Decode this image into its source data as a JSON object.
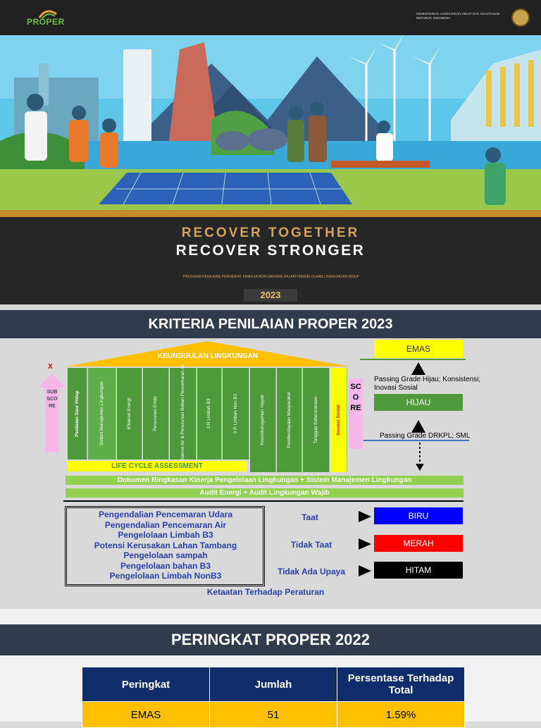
{
  "cover": {
    "logo_text": "PROPER",
    "ministry_text": "KEMENTERIAN LINGKUNGAN HIDUP DAN KEHUTANAN REPUBLIK INDONESIA",
    "title_line1": "RECOVER TOGETHER",
    "title_line2": "RECOVER STRONGER",
    "program_text": "PROGRAM PENILAIAN PERINGKAT KINERJA PERUSAHAAN DALAM PENGELOLAAN LINGKUNGAN HIDUP",
    "year": "2023"
  },
  "kriteria": {
    "title": "KRITERIA PENILAIAN PROPER 2023",
    "roof_label": "KEUNGGULAN LINGKUNGAN",
    "x_mark": "X",
    "sub_score_label": "SUB SCORE",
    "score_label": "SCORE",
    "columns": [
      "Penilaian Daur Hidup",
      "Sistem Manajemen Lingkungan",
      "Efisiensi Energi",
      "Penurunan Emisi",
      "Efisiensi Air & Penurunan Beban Pencemaran Air",
      "3 R Limbah B3",
      "3 R Limbah Non B3",
      "Keanekaragaman Hayati",
      "Pemberdayaan Masyarakat",
      "Tanggap Kebencanaan",
      "Inovasi Sosial"
    ],
    "lca_label": "LIFE CYCLE ASSESSMENT",
    "base_line1": "Dokumen Ringkasan Kinerja Pengelolaan Lingkungan + Sistem Manajemen Lingkungan",
    "base_line2": "Audit Energi + Audit Lingkungan Wajib",
    "ranks": {
      "emas": "EMAS",
      "hijau": "HIJAU",
      "biru": "BIRU",
      "merah": "MERAH",
      "hitam": "HITAM"
    },
    "passing_hijau": "Passing Grade Hijau; Konsistensi; Inovasi Sosial",
    "passing_drkpl": "Passing Grade DRKPL; SML",
    "compliance_items": [
      "Pengendalian Pencemaran Udara",
      "Pengendalian Pencemaran Air",
      "Pengelolaan Limbah B3",
      "Potensi Kerusakan Lahan Tambang",
      "Pengelolaan sampah",
      "Pengelolaan bahan B3",
      "Pengelolaan Limbah NonB3"
    ],
    "compliance_caption": "Ketaatan Terhadap Peraturan",
    "statuses": {
      "taat": "Taat",
      "tidak_taat": "Tidak Taat",
      "tidak_ada_upaya": "Tidak Ada Upaya"
    },
    "colors": {
      "emas": "#ffff00",
      "hijau": "#4e9a3a",
      "biru": "#0000ff",
      "merah": "#ff0000",
      "hitam": "#000000"
    }
  },
  "peringkat": {
    "title": "PERINGKAT PROPER 2022",
    "table": {
      "headers": [
        "Peringkat",
        "Jumlah",
        "Persentase Terhadap Total"
      ],
      "rows": [
        [
          "EMAS",
          "51",
          "1.59%"
        ]
      ]
    }
  }
}
